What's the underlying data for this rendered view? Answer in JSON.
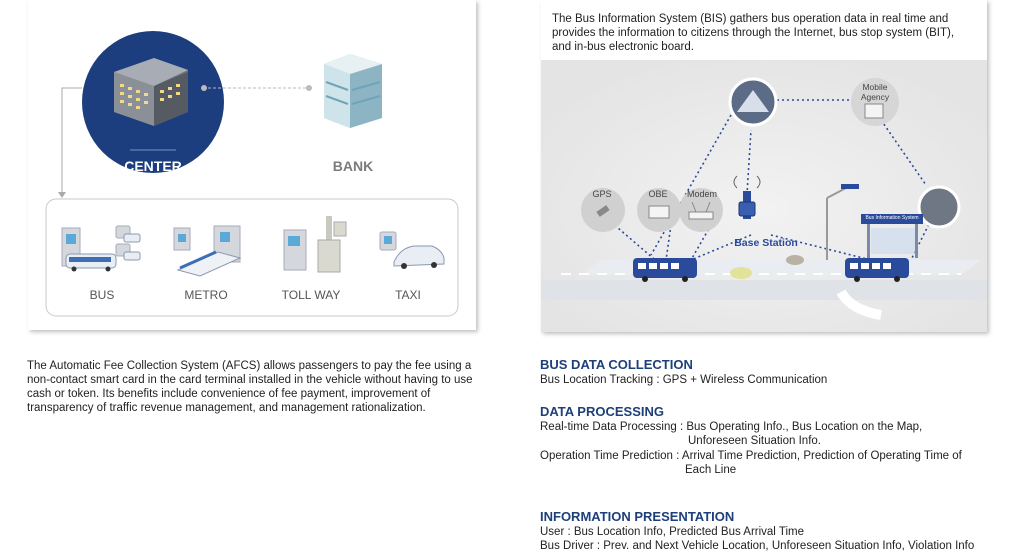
{
  "afcs": {
    "center_label": "CENTER",
    "bank_label": "BANK",
    "modes": [
      "BUS",
      "METRO",
      "TOLL WAY",
      "TAXI"
    ],
    "description": "The Automatic Fee Collection System (AFCS) allows passengers to pay the fee using a non-contact smart card in the card terminal installed in the vehicle without having to use cash or token. Its benefits include convenience of fee payment, improvement of transparency of traffic revenue management, and management rationalization.",
    "colors": {
      "center_circle": "#1c3e7e",
      "box_border": "#c9c9c9"
    }
  },
  "bis": {
    "intro": "The Bus Information System (BIS) gathers bus operation data in real time and provides the information to citizens through the Internet, bus stop system (BIT), and in-bus electronic board.",
    "gps_label": "GPS",
    "obe_label": "OBE",
    "modem_label": "Modem",
    "mobile_agency_label": "Mobile Agency",
    "base_station_label": "Base Station",
    "bus_stop_sign": "Bus Information System",
    "sections": [
      {
        "title": "BUS DATA COLLECTION",
        "lines": [
          "Bus Location Tracking : GPS + Wireless Communication"
        ]
      },
      {
        "title": "DATA PROCESSING",
        "lines": [
          "Real-time Data Processing : Bus Operating Info., Bus Location on the Map,",
          "Unforeseen Situation Info.",
          "Operation Time Prediction : Arrival Time Prediction, Prediction of Operating Time of",
          "Each Line"
        ]
      },
      {
        "title": "INFORMATION PRESENTATION",
        "lines": [
          "User : Bus Location Info, Predicted Bus Arrival Time",
          "Bus Driver : Prev. and Next Vehicle Location, Unforeseen Situation Info, Violation Info"
        ]
      }
    ],
    "colors": {
      "bus": "#2a4b9b",
      "heading": "#1d3f7a"
    }
  }
}
